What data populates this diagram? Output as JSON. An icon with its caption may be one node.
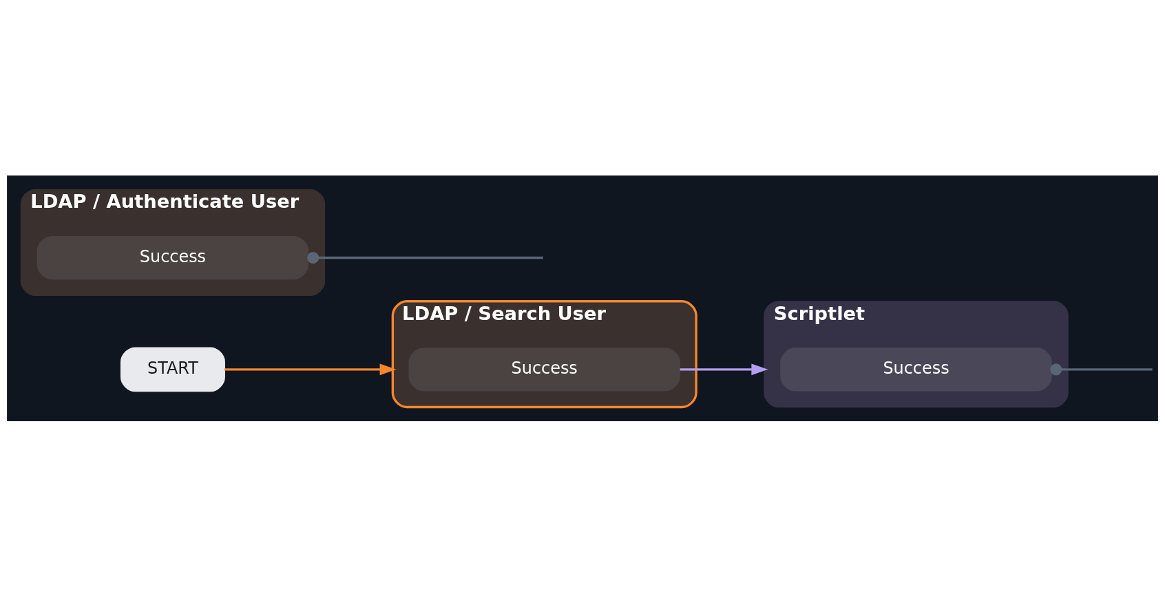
{
  "diagram": {
    "nodes": [
      {
        "text": [
          "START"
        ]
      },
      {
        "text": [
          "LDAP / Search User"
        ]
      },
      {
        "text": [
          "Success"
        ],
        "in": 1
      },
      {
        "text": [
          "Scriptlet"
        ]
      },
      {
        "text": [
          "Success"
        ],
        "in": 3
      },
      {
        "text": [
          "LDAP / Authenticate User"
        ]
      },
      {
        "text": [
          "Success"
        ],
        "in": 5
      }
    ],
    "edges": [
      {
        "from": 0,
        "to": 1,
        "arrow": "to",
        "color": "#f5862a"
      },
      {
        "from": 2,
        "to": 3,
        "arrow": "to",
        "color": "#b39ef0"
      },
      {
        "from": 4,
        "to": null,
        "arrow": "other"
      },
      {
        "from": 6,
        "to": null,
        "arrow": "other"
      }
    ]
  }
}
